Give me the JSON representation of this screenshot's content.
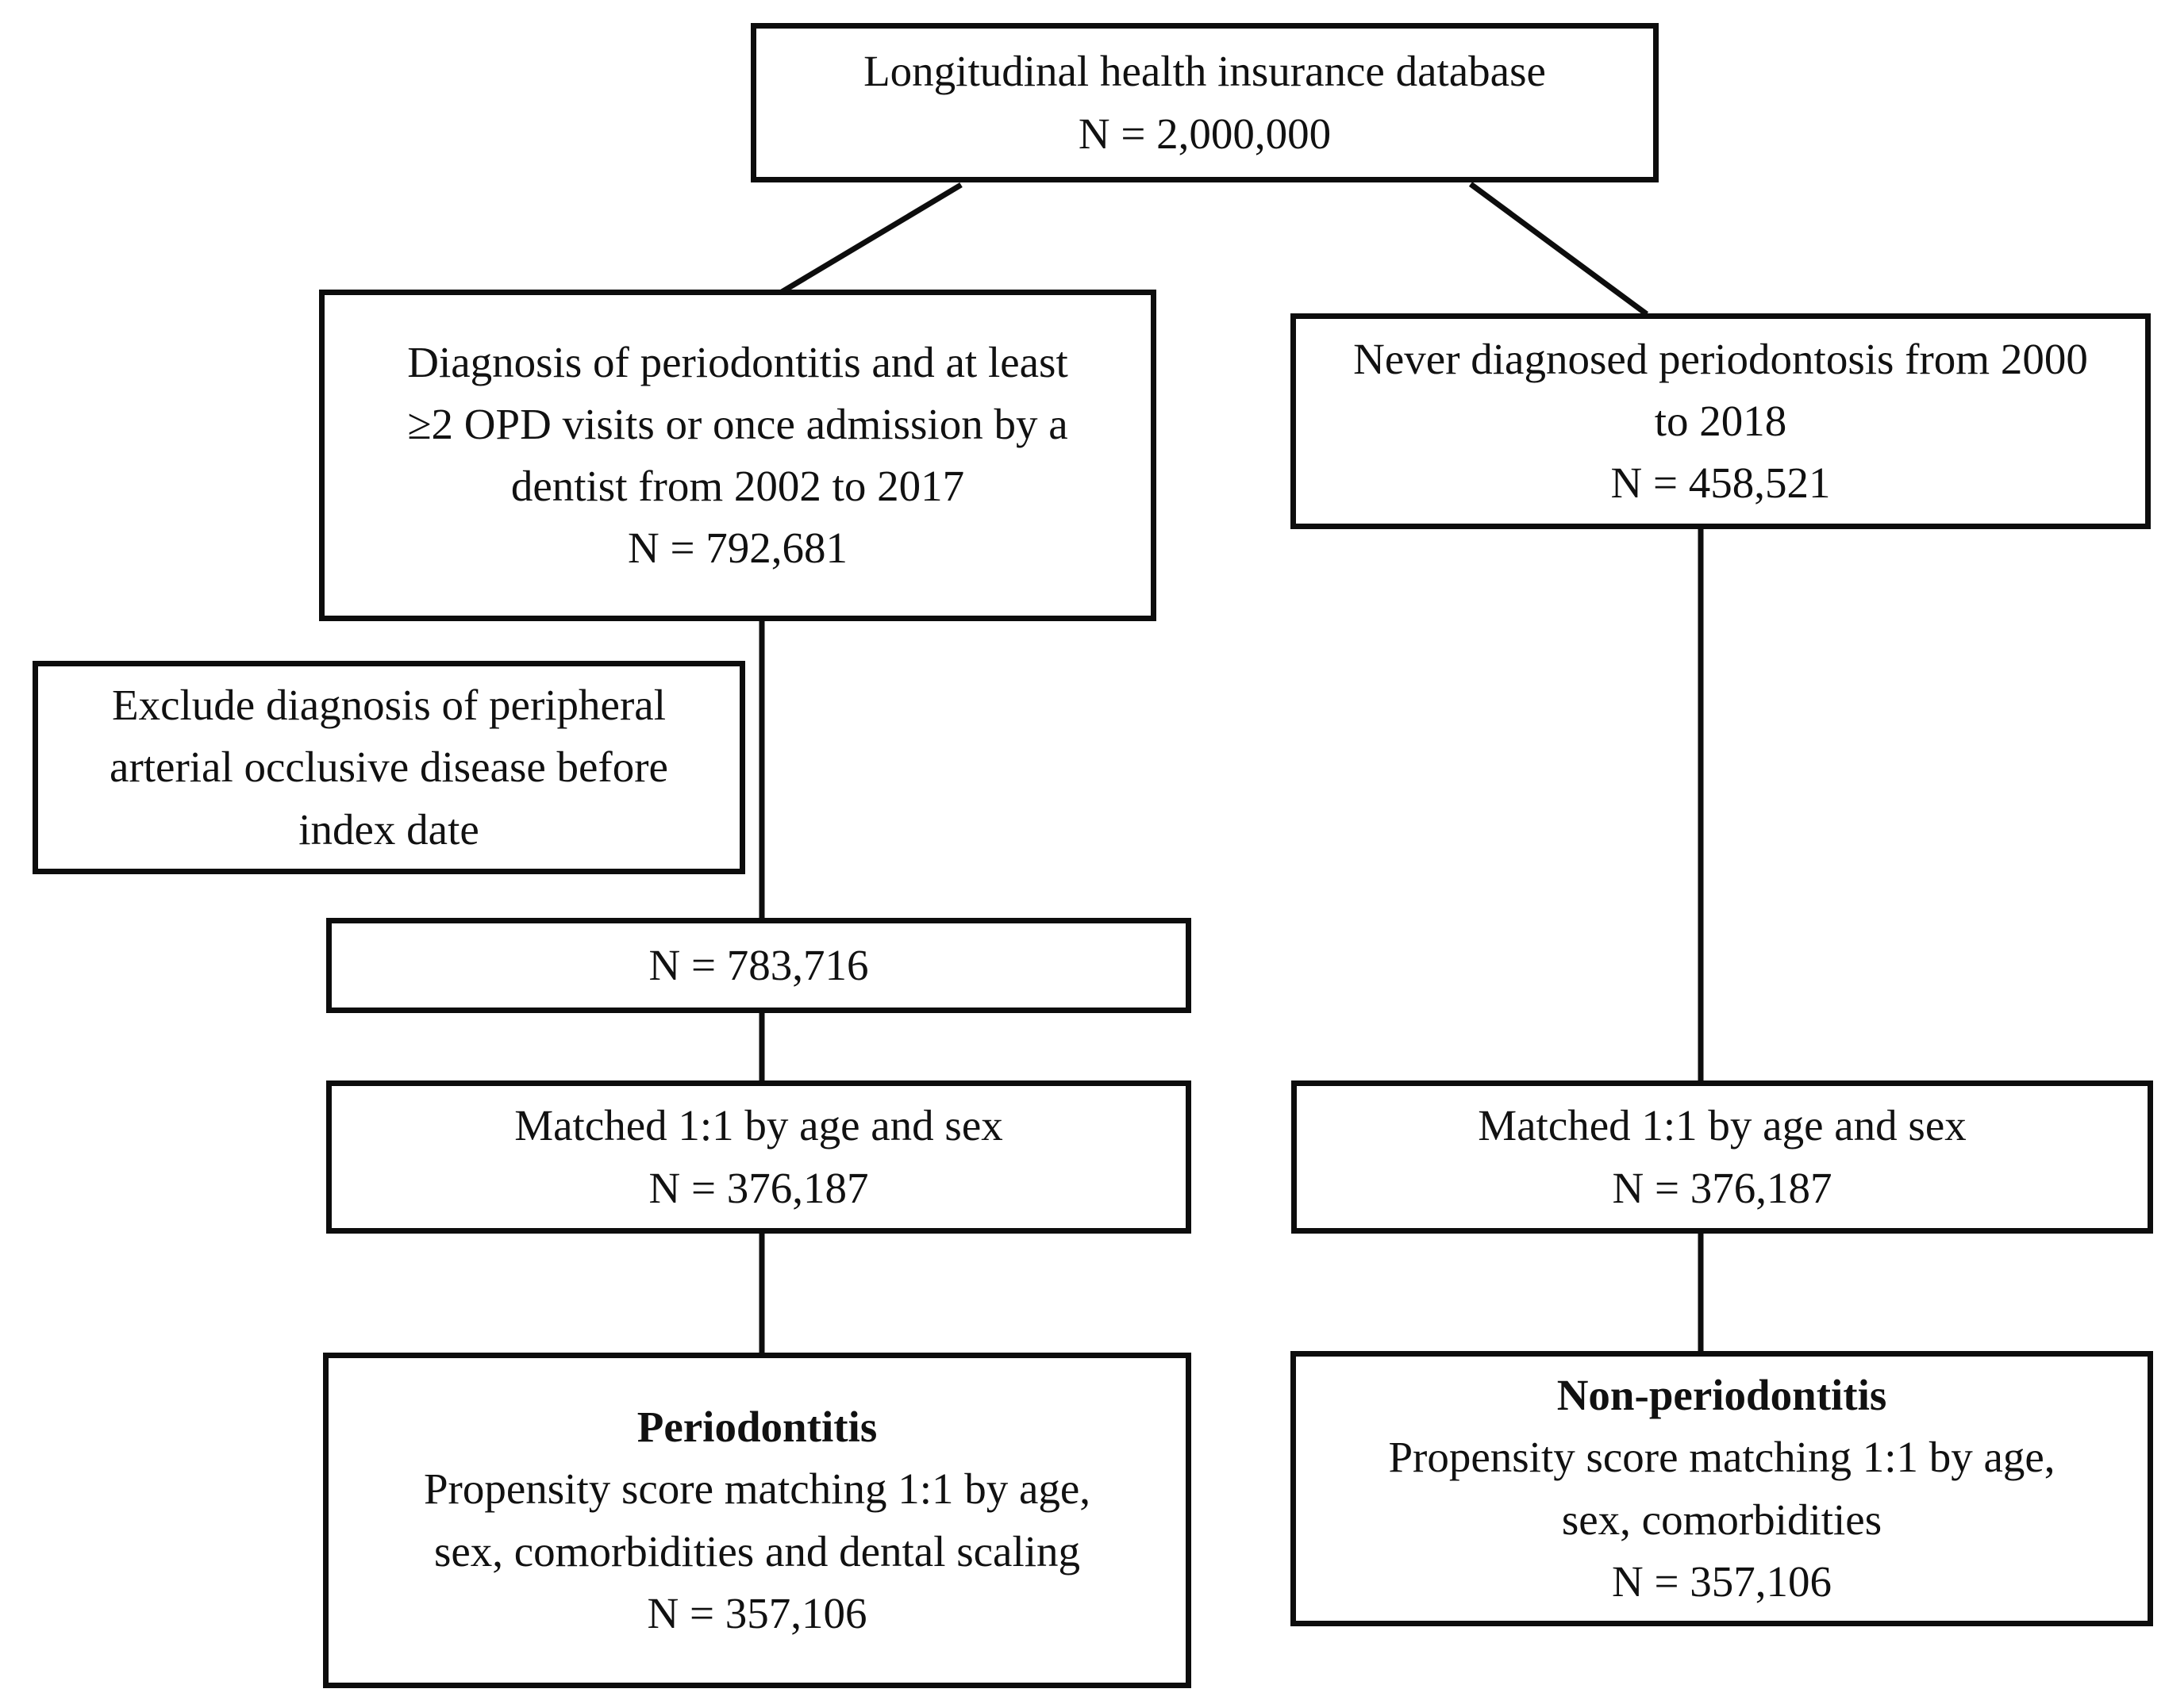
{
  "diagram": {
    "type": "study-flowchart",
    "colors": {
      "background": "#ffffff",
      "border": "#0d0d0d",
      "text": "#111111"
    },
    "boxes": {
      "database": {
        "text": "Longitudinal health insurance database",
        "n": "N = 2,000,000"
      },
      "perio_branch": {
        "text": "Diagnosis of periodontitis and at least ≥2 OPD visits or once admission by a dentist from 2002 to 2017",
        "n": "N = 792,681"
      },
      "nonperio_branch": {
        "text": "Never diagnosed periodontosis from 2000 to 2018",
        "n": "N = 458,521"
      },
      "exclusion": {
        "text": "Exclude diagnosis of peripheral arterial occlusive disease before index date"
      },
      "after_exclusion": {
        "n": "N = 783,716"
      },
      "matched_left": {
        "text": "Matched 1:1 by age and sex",
        "n": "N = 376,187"
      },
      "matched_right": {
        "text": "Matched 1:1 by age and sex",
        "n": "N = 376,187"
      },
      "final_left": {
        "title": "Periodontitis",
        "text": "Propensity score matching 1:1 by age, sex, comorbidities and dental scaling",
        "n": "N = 357,106"
      },
      "final_right": {
        "title": "Non-periodontitis",
        "text": "Propensity score matching 1:1 by age, sex, comorbidities",
        "n": "N = 357,106"
      }
    }
  }
}
